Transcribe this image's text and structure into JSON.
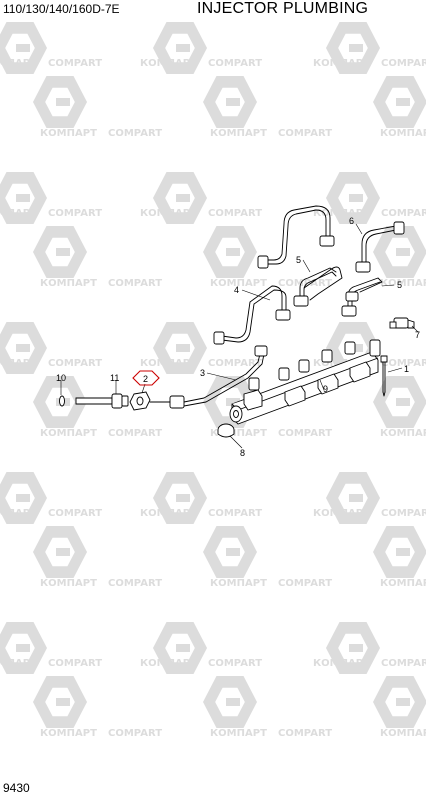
{
  "header": {
    "model": "110/130/140/160D-7E",
    "title": "INJECTOR PLUMBING"
  },
  "footer": {
    "page_number": "9430"
  },
  "watermark": {
    "brand_latin": "COMPART",
    "brand_cyrillic": "КОМПАРТ",
    "color": "#dcdcdc"
  },
  "callouts": {
    "c1": "1",
    "c2": "2",
    "c3": "3",
    "c4": "4",
    "c5a": "5",
    "c5b": "5",
    "c6": "6",
    "c7": "7",
    "c8": "8",
    "c9": "9",
    "c10": "10",
    "c11": "11"
  },
  "highlight_color": "#cc0000"
}
